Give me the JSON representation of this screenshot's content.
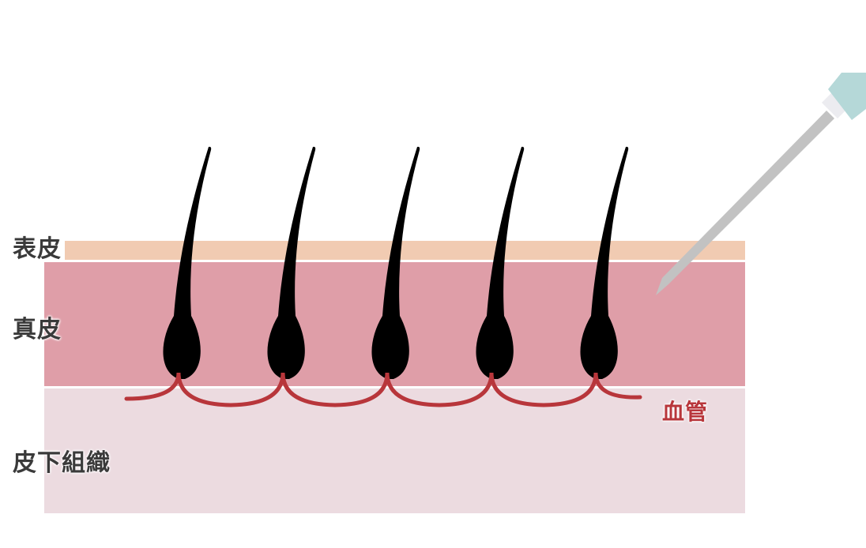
{
  "labels": {
    "epidermis": "表皮",
    "dermis": "真皮",
    "subcutis": "皮下組織",
    "blood_vessel": "血管"
  },
  "colors": {
    "epidermis": "#f1cbb2",
    "dermis": "#df9ea8",
    "subcutis": "#ecdbe0",
    "vessel": "#b8363b",
    "hair": "#000000",
    "needle": "#c2c2c2",
    "needle_hub": "#b5d8d8"
  },
  "hair_count": 5
}
